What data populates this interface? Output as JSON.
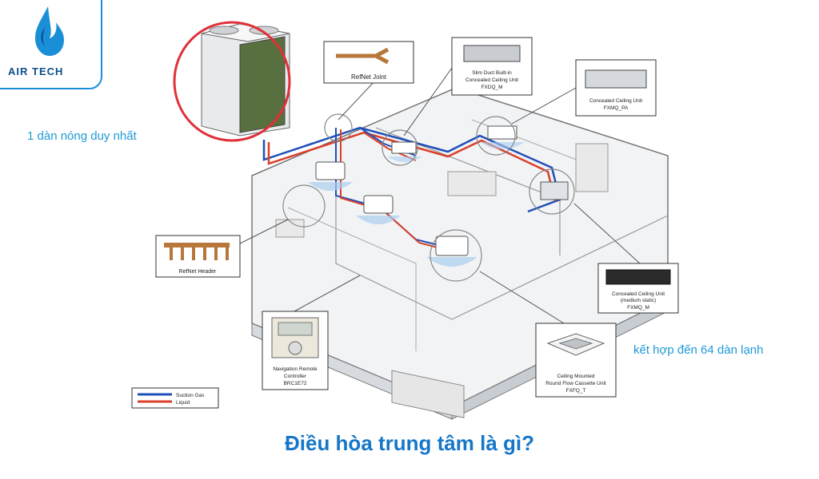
{
  "brand": {
    "name": "AIR TECH",
    "accent": "#1a8fd8"
  },
  "captions": {
    "outdoor": "1 dàn nóng duy nhất",
    "indoor": "kết hợp đến 64 dàn lạnh"
  },
  "title": "Điều hòa trung tâm là gì?",
  "callouts": {
    "refnet_joint": "RefNet Joint",
    "slim_duct": {
      "line1": "Slim Duct Built-in",
      "line2": "Concealed Ceiling Unit",
      "line3": "FXDQ_M"
    },
    "concealed_pa": {
      "line1": "Concealed Ceiling Unit",
      "line2": "FXMQ_PA"
    },
    "refnet_header": "RefNet Header",
    "concealed_m": {
      "line1": "Concealed Ceiling Unit",
      "line2": "(medium static)",
      "line3": "FXMQ_M"
    },
    "remote": {
      "line1": "Navigation Remote",
      "line2": "Controller",
      "line3": "BRC1E72"
    },
    "cassette": {
      "line1": "Ceiling Mounted",
      "line2": "Round Flow Cassette Unit",
      "line3": "FXFQ_T"
    }
  },
  "legend": {
    "suction": "Suction Gas",
    "liquid": "Liquid"
  },
  "colors": {
    "gas_pipe": "#1f4fb8",
    "liquid_pipe": "#d9402b",
    "highlight_ring": "#e0303a",
    "caption": "#1e9ad6",
    "title": "#1677c9"
  },
  "icons": [
    "water-drop-logo-icon",
    "outdoor-unit-icon",
    "cassette-unit-icon",
    "duct-unit-icon",
    "remote-controller-icon"
  ]
}
